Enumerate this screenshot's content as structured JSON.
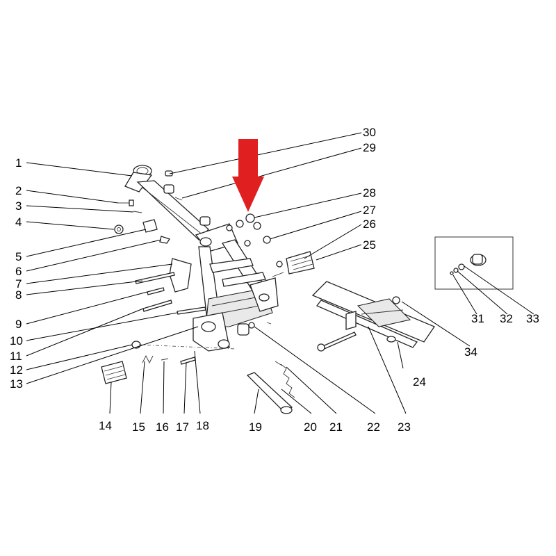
{
  "diagram": {
    "arrow_color": "#e02020",
    "labels": [
      {
        "num": "1"
      },
      {
        "num": "2"
      },
      {
        "num": "3"
      },
      {
        "num": "4"
      },
      {
        "num": "5"
      },
      {
        "num": "6"
      },
      {
        "num": "7"
      },
      {
        "num": "8"
      },
      {
        "num": "9"
      },
      {
        "num": "10"
      },
      {
        "num": "11"
      },
      {
        "num": "12"
      },
      {
        "num": "13"
      },
      {
        "num": "14"
      },
      {
        "num": "15"
      },
      {
        "num": "16"
      },
      {
        "num": "17"
      },
      {
        "num": "18"
      },
      {
        "num": "19"
      },
      {
        "num": "20"
      },
      {
        "num": "21"
      },
      {
        "num": "22"
      },
      {
        "num": "23"
      },
      {
        "num": "24"
      },
      {
        "num": "25"
      },
      {
        "num": "26"
      },
      {
        "num": "27"
      },
      {
        "num": "28"
      },
      {
        "num": "29"
      },
      {
        "num": "30"
      },
      {
        "num": "31"
      },
      {
        "num": "32"
      },
      {
        "num": "33"
      },
      {
        "num": "34"
      }
    ]
  }
}
